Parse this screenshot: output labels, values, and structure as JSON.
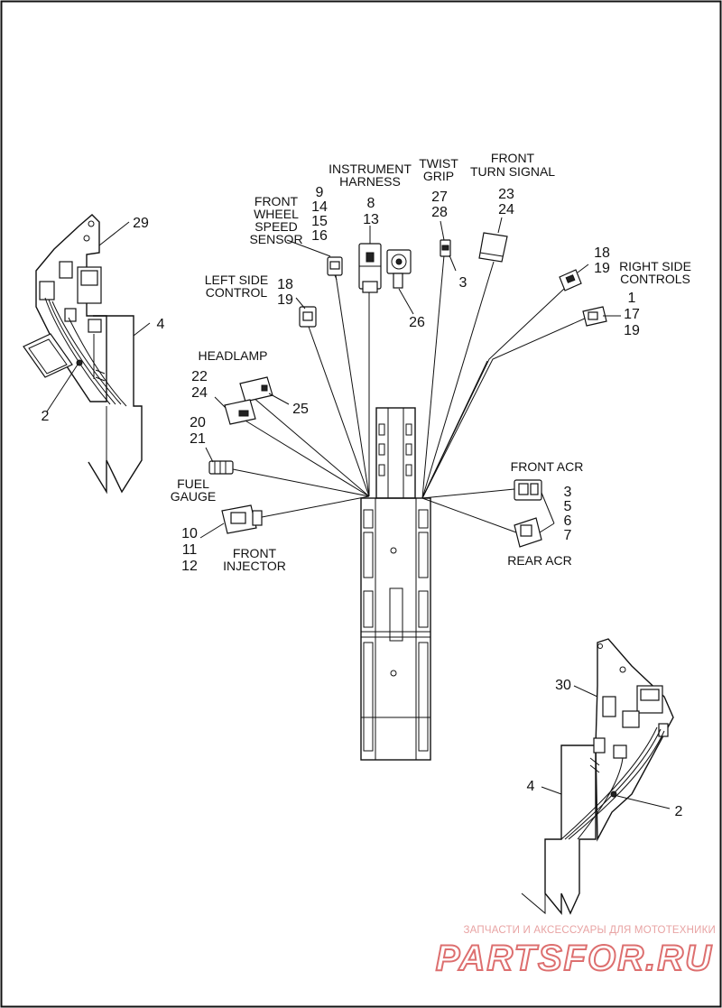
{
  "labels": {
    "instrument_harness": [
      "INSTRUMENT",
      "HARNESS"
    ],
    "twist_grip": [
      "TWIST",
      "GRIP"
    ],
    "front_turn_signal": [
      "FRONT",
      "TURN SIGNAL"
    ],
    "front_wheel_speed_sensor": [
      "FRONT",
      "WHEEL",
      "SPEED",
      "SENSOR"
    ],
    "left_side_control": [
      "LEFT SIDE",
      "CONTROL"
    ],
    "right_side_controls": [
      "RIGHT SIDE",
      "CONTROLS"
    ],
    "headlamp": [
      "HEADLAMP"
    ],
    "fuel_gauge": [
      "FUEL",
      "GAUGE"
    ],
    "front_injector": [
      "FRONT",
      "INJECTOR"
    ],
    "front_acr": [
      "FRONT ACR"
    ],
    "rear_acr": [
      "REAR ACR"
    ]
  },
  "callouts": {
    "wheel_speed": [
      "9",
      "14",
      "15",
      "16"
    ],
    "instrument": [
      "8",
      "13"
    ],
    "twist_grip": [
      "27",
      "28"
    ],
    "twist_grip_side": "3",
    "turn_signal": [
      "23",
      "24"
    ],
    "left_control": [
      "18",
      "19"
    ],
    "right_control_upper": [
      "18",
      "19"
    ],
    "right_control_lower": [
      "1",
      "17",
      "19"
    ],
    "item_26": "26",
    "headlamp": [
      "22",
      "24"
    ],
    "item_25": "25",
    "fuel_gauge": [
      "20",
      "21"
    ],
    "front_injector": [
      "10",
      "11",
      "12"
    ],
    "acr": [
      "3",
      "5",
      "6",
      "7"
    ],
    "left_bracket": "29",
    "left_frame": "4",
    "left_clip": "2",
    "right_bracket": "30",
    "right_frame": "4",
    "right_clip": "2"
  },
  "watermark": {
    "tagline": "ЗАПЧАСТИ И АКСЕССУАРЫ ДЛЯ МОТОТЕХНИКИ",
    "brand": "PARTSFOR.RU"
  }
}
